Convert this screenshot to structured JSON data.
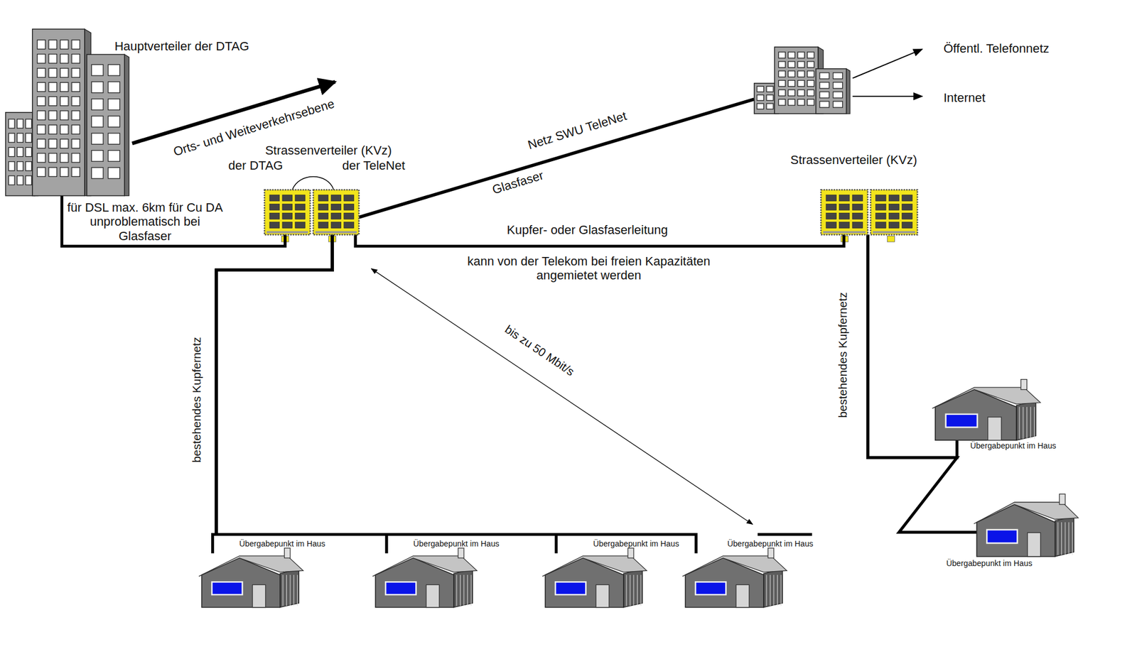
{
  "diagram": {
    "nodes": [
      {
        "text": [
          "Hauptverteiler der DTAG"
        ]
      },
      {
        "text": [
          "der DTAG"
        ]
      },
      {
        "text": [
          "der TeleNet"
        ]
      },
      {
        "text": []
      },
      {
        "text": [
          "Strassenverteiler (KVz)"
        ]
      },
      {
        "text": [
          "Übergabepunkt im Haus"
        ]
      },
      {
        "text": [
          "Übergabepunkt im Haus"
        ]
      },
      {
        "text": [
          "Übergabepunkt im Haus"
        ]
      },
      {
        "text": [
          "Übergabepunkt im Haus"
        ]
      },
      {
        "text": [
          "Übergabepunkt im Haus"
        ]
      },
      {
        "text": [
          "Übergabepunkt im Haus"
        ]
      }
    ],
    "edges": [
      {
        "from": 0,
        "to": 1,
        "arrow": "none",
        "label": "für DSL max. 6km für Cu DA unproblematisch bei Glasfaser"
      },
      {
        "from": 2,
        "to": 3,
        "arrow": "none",
        "label": "Netz SWU TeleNet"
      },
      {
        "from": 2,
        "to": 4,
        "arrow": "none",
        "label": "Kupfer- oder Glasfaserleitung"
      },
      {
        "from": 2,
        "to": 5,
        "arrow": "none"
      },
      {
        "from": 2,
        "to": 6,
        "arrow": "none"
      },
      {
        "from": 2,
        "to": 7,
        "arrow": "none"
      },
      {
        "from": 2,
        "to": 8,
        "arrow": "none"
      },
      {
        "from": 4,
        "to": 9,
        "arrow": "none"
      },
      {
        "from": 4,
        "to": 10,
        "arrow": "none"
      }
    ],
    "labels": [
      "Strassenverteiler (KVz)",
      "Orts- und Weiteverkehrsebene",
      "Glasfaser",
      "kann von der Telekom bei freien Kapazitäten angemietet werden",
      "Öffentl. Telefonnetz",
      "Internet",
      "bestehendes Kupfernetz",
      "bestehendes Kupfernetz",
      "bis zu 50 Mbit/s"
    ]
  }
}
